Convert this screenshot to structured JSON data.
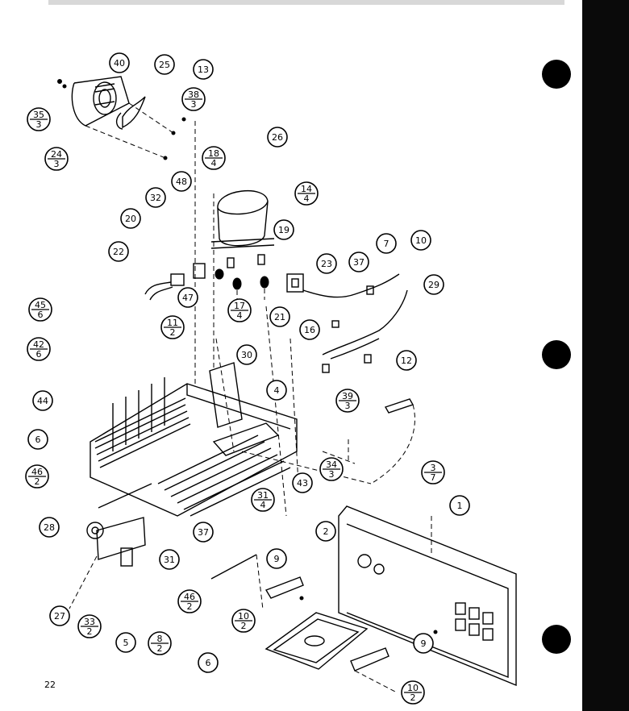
{
  "page_number": "22",
  "callouts": [
    {
      "id": "c40",
      "label": "40"
    },
    {
      "id": "c25",
      "label": "25"
    },
    {
      "id": "c13",
      "label": "13"
    },
    {
      "id": "c35",
      "num": "35",
      "den": "3"
    },
    {
      "id": "c38",
      "num": "38",
      "den": "3"
    },
    {
      "id": "c24",
      "num": "24",
      "den": "3"
    },
    {
      "id": "c26",
      "label": "26"
    },
    {
      "id": "c18",
      "num": "18",
      "den": "4"
    },
    {
      "id": "c48",
      "label": "48"
    },
    {
      "id": "c32",
      "label": "32"
    },
    {
      "id": "c14",
      "num": "14",
      "den": "4"
    },
    {
      "id": "c20",
      "label": "20"
    },
    {
      "id": "c19",
      "label": "19"
    },
    {
      "id": "c22",
      "label": "22"
    },
    {
      "id": "c23",
      "label": "23"
    },
    {
      "id": "c37a",
      "label": "37"
    },
    {
      "id": "c7",
      "label": "7"
    },
    {
      "id": "c10",
      "label": "10"
    },
    {
      "id": "c29",
      "label": "29"
    },
    {
      "id": "c45",
      "num": "45",
      "den": "6"
    },
    {
      "id": "c47",
      "label": "47"
    },
    {
      "id": "c17",
      "num": "17",
      "den": "4"
    },
    {
      "id": "c21",
      "label": "21"
    },
    {
      "id": "c16",
      "label": "16"
    },
    {
      "id": "c11",
      "num": "11",
      "den": "2"
    },
    {
      "id": "c42",
      "num": "42",
      "den": "6"
    },
    {
      "id": "c12",
      "label": "12"
    },
    {
      "id": "c30",
      "label": "30"
    },
    {
      "id": "c4",
      "label": "4"
    },
    {
      "id": "c44",
      "label": "44"
    },
    {
      "id": "c39",
      "num": "39",
      "den": "3"
    },
    {
      "id": "c6a",
      "label": "6"
    },
    {
      "id": "c34",
      "num": "34",
      "den": "3"
    },
    {
      "id": "c46a",
      "num": "46",
      "den": "2"
    },
    {
      "id": "c43",
      "label": "43"
    },
    {
      "id": "c3",
      "num": "3",
      "den": "7"
    },
    {
      "id": "c1",
      "label": "1"
    },
    {
      "id": "c31a",
      "num": "31",
      "den": "4"
    },
    {
      "id": "c28",
      "label": "28"
    },
    {
      "id": "c37b",
      "label": "37"
    },
    {
      "id": "c31b",
      "label": "31"
    },
    {
      "id": "c2",
      "label": "2"
    },
    {
      "id": "c27",
      "label": "27"
    },
    {
      "id": "c9a",
      "label": "9"
    },
    {
      "id": "c33",
      "num": "33",
      "den": "2"
    },
    {
      "id": "c46b",
      "num": "46",
      "den": "2"
    },
    {
      "id": "c5",
      "label": "5"
    },
    {
      "id": "c8",
      "num": "8",
      "den": "2"
    },
    {
      "id": "c10a",
      "num": "10",
      "den": "2"
    },
    {
      "id": "c6b",
      "label": "6"
    },
    {
      "id": "c9b",
      "label": "9"
    },
    {
      "id": "c10b",
      "num": "10",
      "den": "2"
    }
  ]
}
